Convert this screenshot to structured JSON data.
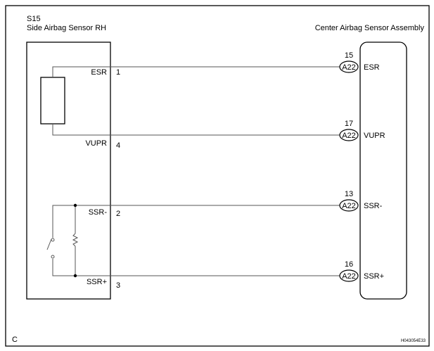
{
  "left_component": {
    "code": "S15",
    "name": "Side Airbag Sensor RH"
  },
  "right_component": {
    "name": "Center Airbag Sensor Assembly"
  },
  "circuits": [
    {
      "signal": "ESR",
      "left_pin": "1",
      "connector": "A22",
      "right_pin": "15"
    },
    {
      "signal": "VUPR",
      "left_pin": "4",
      "connector": "A22",
      "right_pin": "17"
    },
    {
      "signal": "SSR-",
      "left_pin": "2",
      "connector": "A22",
      "right_pin": "13"
    },
    {
      "signal": "SSR+",
      "left_pin": "3",
      "connector": "A22",
      "right_pin": "16"
    }
  ],
  "corner_label": "C",
  "figure_id": "H043054E33"
}
